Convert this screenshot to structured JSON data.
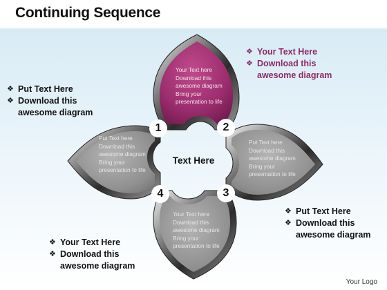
{
  "title": "Continuing Sequence",
  "center_label": "Text Here",
  "numbers": [
    "1",
    "2",
    "3",
    "4"
  ],
  "petals": {
    "top": "Your Text here Download this awesome diagram Bring your presentation to life",
    "left": "Put Text here Download this awesome diagram Bring your presentation to life",
    "right": "Put Text here Download this awesome diagram Bring your presentation to life",
    "bottom": "Your Text here Download this awesome diagram Bring your presentation to life"
  },
  "callouts": {
    "top_right": [
      "Your Text Here",
      "Download this",
      "awesome diagram"
    ],
    "left": [
      "Put Text Here",
      "Download this",
      "awesome diagram"
    ],
    "right": [
      "Put Text Here",
      "Download this",
      "awesome diagram"
    ],
    "bottom_left": [
      "Your Text Here",
      "Download this",
      "awesome diagram"
    ]
  },
  "logo": "Your Logo",
  "colors": {
    "accent": "#8c2a67",
    "petal_purple": "#9b2d6e",
    "petal_grey": "#8f8f8f",
    "bezel": "#3a3a3a"
  }
}
